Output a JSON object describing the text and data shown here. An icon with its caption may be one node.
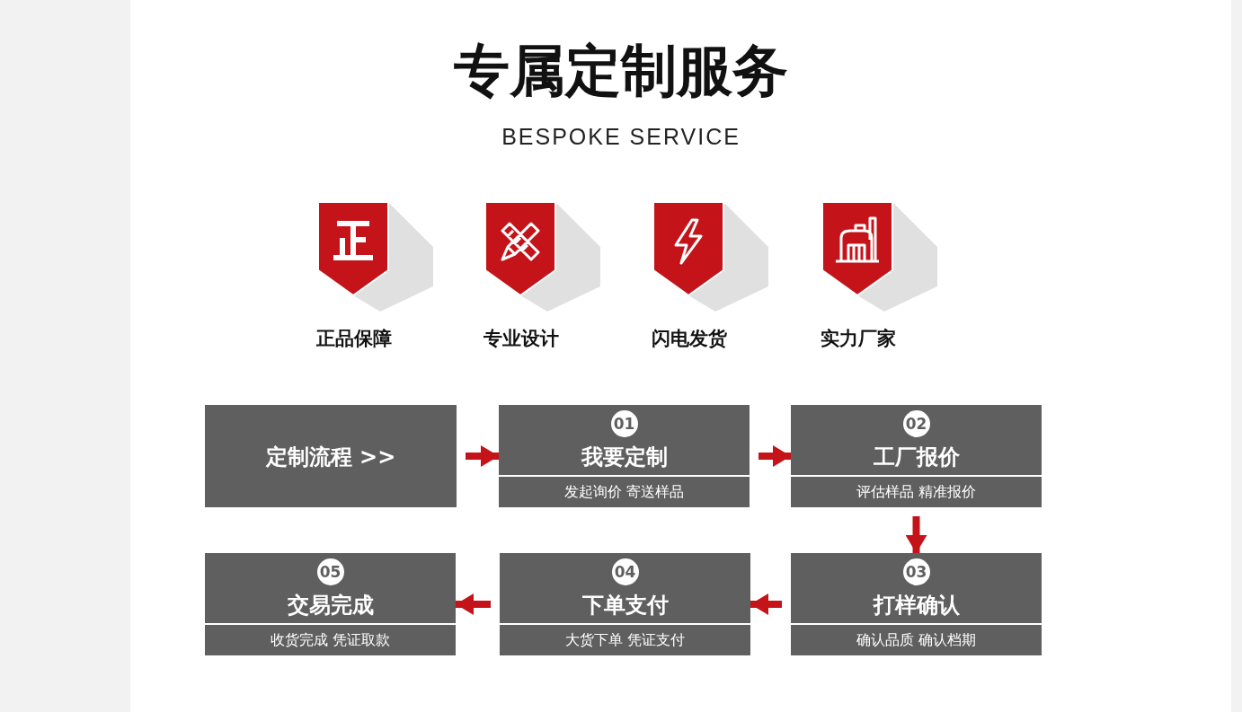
{
  "diagram": {
    "title": "专属定制服务",
    "nodes": [
      {
        "text": [
          "正品保障"
        ]
      },
      {
        "text": [
          "专业设计"
        ]
      },
      {
        "text": [
          "闪电发货"
        ]
      },
      {
        "text": [
          "实力厂家"
        ]
      },
      {
        "text": [
          "定制流程 >>"
        ]
      },
      {
        "text": [
          "01",
          "我要定制",
          "发起询价 寄送样品"
        ]
      },
      {
        "text": [
          "02",
          "工厂报价",
          "评估样品 精准报价"
        ]
      },
      {
        "text": [
          "03",
          "打样确认",
          "确认品质 确认档期"
        ]
      },
      {
        "text": [
          "04",
          "下单支付",
          "大货下单 凭证支付"
        ]
      },
      {
        "text": [
          "05",
          "交易完成",
          "收货完成 凭证取款"
        ]
      }
    ],
    "edges": [
      {
        "from": 4,
        "to": 5,
        "arrow": "to"
      },
      {
        "from": 5,
        "to": 6,
        "arrow": "to"
      },
      {
        "from": 6,
        "to": 7,
        "arrow": "to"
      },
      {
        "from": 7,
        "to": 8,
        "arrow": "to"
      },
      {
        "from": 8,
        "to": 9,
        "arrow": "to"
      }
    ],
    "labels": [
      "BESPOKE SERVICE"
    ]
  }
}
